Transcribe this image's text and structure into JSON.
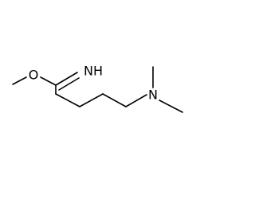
{
  "molecule": {
    "atoms": {
      "oxygen": "O",
      "imine": "NH",
      "amine": "N"
    },
    "line_color": "#000000",
    "background": "#ffffff"
  }
}
